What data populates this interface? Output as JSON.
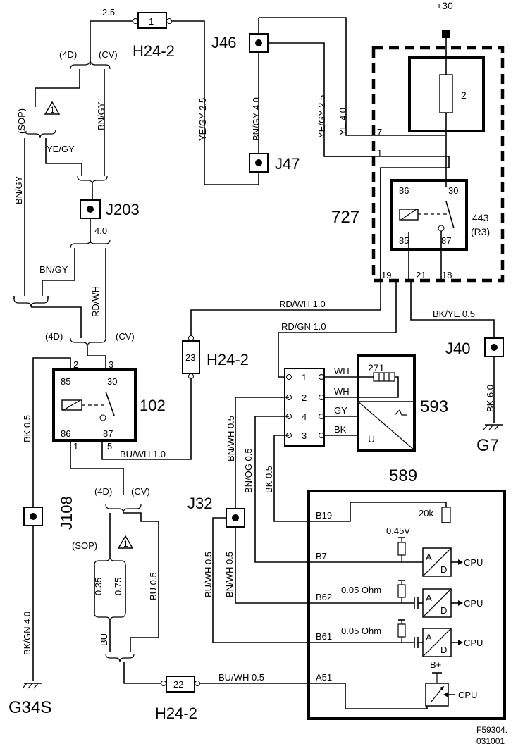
{
  "labels": {
    "h24_top": "H24-2",
    "h24_mid": "H24-2",
    "h24_bottom": "H24-2",
    "j46": "J46",
    "j47": "J47",
    "j203": "J203",
    "j40": "J40",
    "j108": "J108",
    "j32": "J32",
    "g7": "G7",
    "g34s": "G34S",
    "c727": "727",
    "c102": "102",
    "c593": "593",
    "c589": "589",
    "c443": "443",
    "c443_sub": "(R3)",
    "c271": "271",
    "plus30": "+30",
    "fuse2": "2",
    "fig_code": "F59304.",
    "fig_date": "031001"
  },
  "variants": {
    "d4": "(4D)",
    "cv": "(CV)",
    "sop": "(SOP)",
    "warn": "1"
  },
  "wires": {
    "w25_top": "2.5",
    "bngy_left": "BN/GY",
    "yegy_left": "YE/GY",
    "bngy_mid": "BN/GY",
    "yegy25": "YE/GY 2.5",
    "bngy40": "BN/GY 4.0",
    "yegy25b": "YE/GY 2.5",
    "ye40": "YE 4.0",
    "w40_j203": "4.0",
    "bngy_low": "BN/GY",
    "rdwh": "RD/WH",
    "rdwh10": "RD/WH 1.0",
    "rdgn10": "RD/GN 1.0",
    "bkye05": "BK/YE 0.5",
    "bk60": "BK 6.0",
    "bk05_left": "BK 0.5",
    "buwh10": "BU/WH 1.0",
    "bnwh05": "BN/WH 0.5",
    "bnog05": "BN/OG 0.5",
    "bk05": "BK 0.5",
    "wh1": "WH",
    "wh2": "WH",
    "gy": "GY",
    "bk": "BK",
    "bu05": "BU 0.5",
    "w035": "0.35",
    "w075": "0.75",
    "bu": "BU",
    "bkgn40": "BK/GN 4.0",
    "buwh05_a": "BU/WH 0.5",
    "bnwh05_b": "BN/WH 0.5",
    "buwh05_b": "BU/WH 0.5"
  },
  "pins": {
    "h24_top": "1",
    "h24_mid": "23",
    "h24_bottom": "22",
    "r443_86": "86",
    "r443_30": "30",
    "r443_85": "85",
    "r443_87": "87",
    "p727_7": "7",
    "p727_1": "1",
    "p727_19": "19",
    "p727_21": "21",
    "p727_18": "18",
    "r102_2": "2",
    "r102_3": "3",
    "r102_85": "85",
    "r102_30": "30",
    "r102_86": "86",
    "r102_87": "87",
    "r102_1": "1",
    "r102_5": "5",
    "c593_1": "1",
    "c593_2": "2",
    "c593_4": "4",
    "c593_3": "3"
  },
  "ecu": {
    "b19": "B19",
    "b7": "B7",
    "b62": "B62",
    "b61": "B61",
    "a51": "A51",
    "r20k": "20k",
    "v045": "0.45V",
    "ohm1": "0.05 Ohm",
    "ohm2": "0.05 Ohm",
    "cpu": "CPU",
    "bplus": "B+",
    "a": "A",
    "d": "D",
    "u": "U"
  }
}
